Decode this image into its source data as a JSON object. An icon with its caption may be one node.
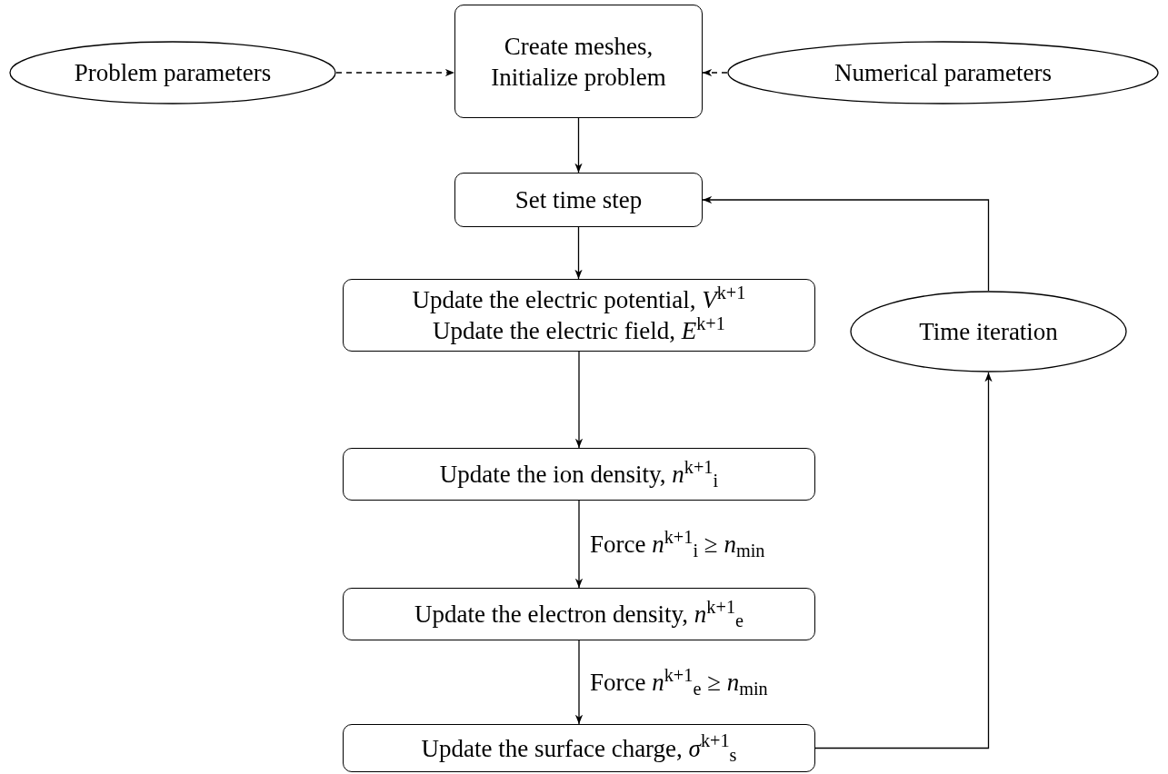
{
  "diagram": {
    "nodes": [
      {
        "text": [
          "Problem parameters"
        ]
      },
      {
        "text": [
          "Create meshes, Initialize problem"
        ]
      },
      {
        "text": [
          "Numerical parameters"
        ]
      },
      {
        "text": [
          "Set time step"
        ]
      },
      {
        "text": [
          "Update the electric potential, *V*$^{k+1}$",
          "Update the electric field, *E*$^{k+1}$"
        ]
      },
      {
        "text": [
          "Time iteration"
        ]
      },
      {
        "text": [
          "Update the ion density, *n*$^{k+1}$$_{i}$"
        ]
      },
      {
        "text": [
          "Update the electron density, *n*$^{k+1}$$_{e}$"
        ]
      },
      {
        "text": [
          "Update the surface charge, *σ*$^{k+1}$$_{s}$"
        ]
      }
    ],
    "edges": [
      {
        "from": 0,
        "to": 1,
        "arrow": "to",
        "style": "dashed"
      },
      {
        "from": 2,
        "to": 1,
        "arrow": "to",
        "style": "dashed"
      },
      {
        "from": 1,
        "to": 3,
        "arrow": "to"
      },
      {
        "from": 3,
        "to": 4,
        "arrow": "to"
      },
      {
        "from": 4,
        "to": 6,
        "arrow": "to"
      },
      {
        "from": 6,
        "to": 7,
        "arrow": "to",
        "label": "Force *n*$^{k+1}$$_{i}$ ≥ *n*$_{min}$"
      },
      {
        "from": 7,
        "to": 8,
        "arrow": "to",
        "label": "Force *n*$^{k+1}$$_{e}$ ≥ *n*$_{min}$"
      },
      {
        "from": 8,
        "to": 5,
        "arrow": "to"
      },
      {
        "from": 5,
        "to": 3,
        "arrow": "to"
      }
    ]
  }
}
